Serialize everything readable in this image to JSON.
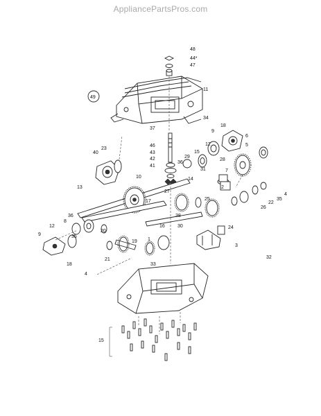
{
  "watermark": "AppliancePartsPros.com",
  "callouts": [
    {
      "id": "c48",
      "text": "48"
    },
    {
      "id": "c44",
      "text": "44*"
    },
    {
      "id": "c47",
      "text": "47"
    },
    {
      "id": "c49",
      "text": "49"
    },
    {
      "id": "c11",
      "text": "11"
    },
    {
      "id": "c37",
      "text": "37"
    },
    {
      "id": "c34",
      "text": "34"
    },
    {
      "id": "c18a",
      "text": "18"
    },
    {
      "id": "c9a",
      "text": "9"
    },
    {
      "id": "c6",
      "text": "6"
    },
    {
      "id": "c5",
      "text": "5"
    },
    {
      "id": "c12a",
      "text": "12"
    },
    {
      "id": "c46",
      "text": "46"
    },
    {
      "id": "c43",
      "text": "43"
    },
    {
      "id": "c42",
      "text": "42"
    },
    {
      "id": "c41",
      "text": "41"
    },
    {
      "id": "c15a",
      "text": "15"
    },
    {
      "id": "c29",
      "text": "29"
    },
    {
      "id": "c28",
      "text": "28"
    },
    {
      "id": "c36a",
      "text": "36"
    },
    {
      "id": "c31",
      "text": "31"
    },
    {
      "id": "c7",
      "text": "7"
    },
    {
      "id": "c40",
      "text": "40"
    },
    {
      "id": "c23",
      "text": "23"
    },
    {
      "id": "c10",
      "text": "10"
    },
    {
      "id": "c13",
      "text": "13"
    },
    {
      "id": "c14",
      "text": "14"
    },
    {
      "id": "c2",
      "text": "2"
    },
    {
      "id": "c27",
      "text": "27"
    },
    {
      "id": "c25",
      "text": "25"
    },
    {
      "id": "c26",
      "text": "26"
    },
    {
      "id": "c22",
      "text": "22"
    },
    {
      "id": "c35a",
      "text": "35"
    },
    {
      "id": "c4a",
      "text": "4"
    },
    {
      "id": "c17",
      "text": "17"
    },
    {
      "id": "c38",
      "text": "38"
    },
    {
      "id": "c36b",
      "text": "36"
    },
    {
      "id": "c8",
      "text": "8"
    },
    {
      "id": "c12b",
      "text": "12"
    },
    {
      "id": "c16",
      "text": "16"
    },
    {
      "id": "c30",
      "text": "30"
    },
    {
      "id": "c20",
      "text": "20"
    },
    {
      "id": "c24",
      "text": "24"
    },
    {
      "id": "c9b",
      "text": "9"
    },
    {
      "id": "c35b",
      "text": "35"
    },
    {
      "id": "c1",
      "text": "1"
    },
    {
      "id": "c19",
      "text": "19"
    },
    {
      "id": "c3",
      "text": "3"
    },
    {
      "id": "c21",
      "text": "21"
    },
    {
      "id": "c32",
      "text": "32"
    },
    {
      "id": "c18b",
      "text": "18"
    },
    {
      "id": "c33",
      "text": "33"
    },
    {
      "id": "c4b",
      "text": "4"
    },
    {
      "id": "c15b",
      "text": "15"
    }
  ]
}
